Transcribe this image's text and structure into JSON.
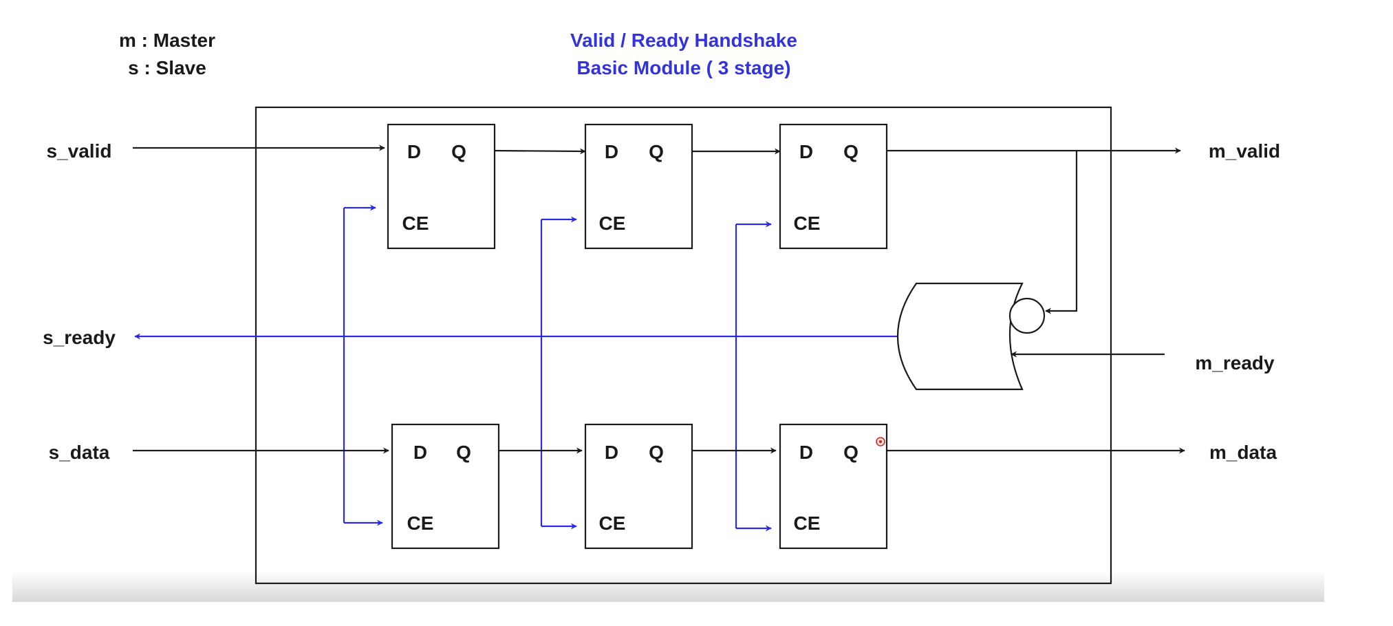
{
  "legend": {
    "master": "m : Master",
    "slave": "s : Slave"
  },
  "title": {
    "line1": "Valid / Ready Handshake",
    "line2": "Basic Module ( 3 stage)"
  },
  "signals": {
    "s_valid": "s_valid",
    "s_ready": "s_ready",
    "s_data": "s_data",
    "m_valid": "m_valid",
    "m_ready": "m_ready",
    "m_data": "m_data"
  },
  "flipflop_pins": {
    "d": "D",
    "q": "Q",
    "ce": "CE"
  },
  "colors": {
    "control_wire": "#2b2be6",
    "data_wire": "#1a1a1a",
    "title": "#3333dd"
  }
}
